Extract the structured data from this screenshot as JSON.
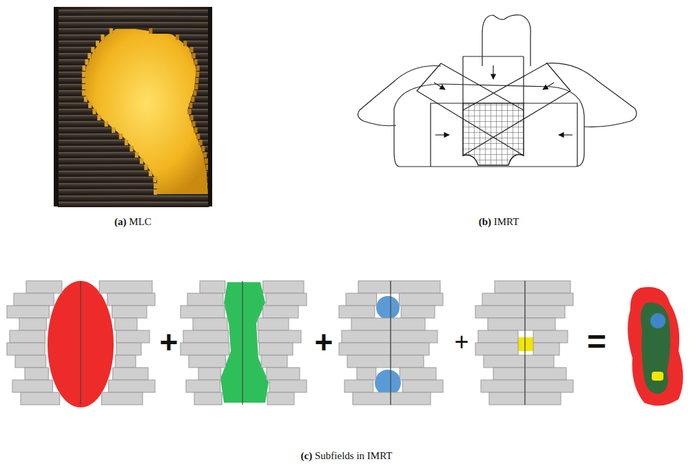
{
  "diagram": {
    "labels": [
      "(a) MLC",
      "(b) IMRT",
      "+",
      "+",
      "+",
      "=",
      "(c) Subfields in IMRT"
    ]
  }
}
